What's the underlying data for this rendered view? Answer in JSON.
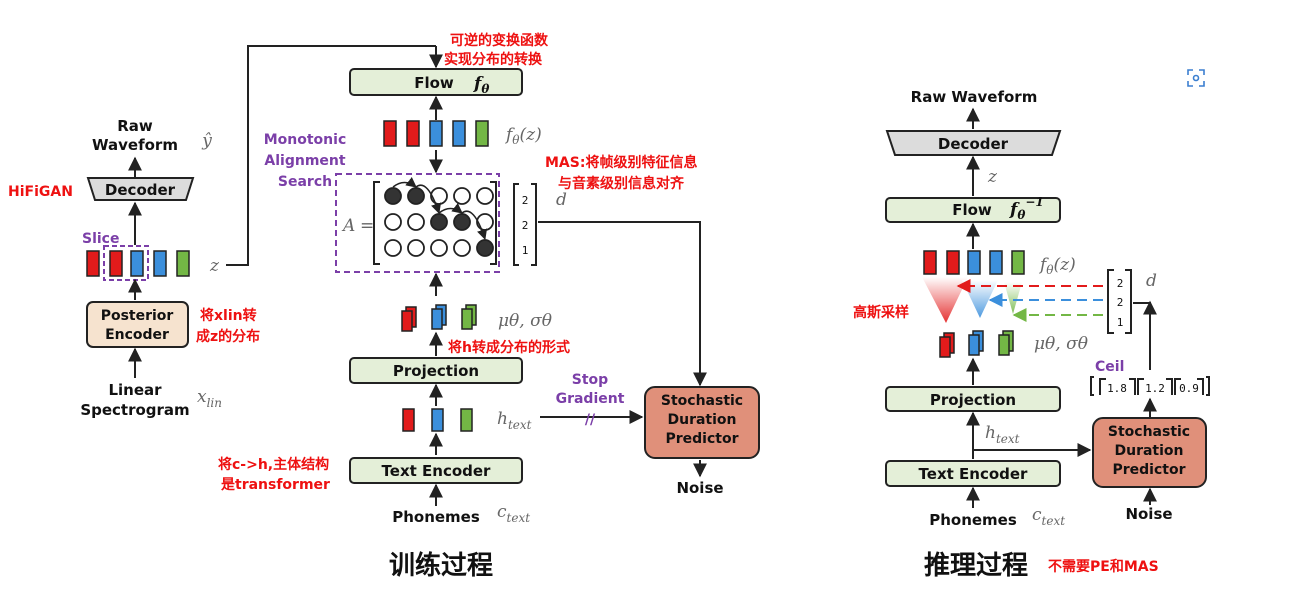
{
  "left": {
    "raw_waveform": [
      "Raw",
      "Waveform"
    ],
    "y_hat": "ŷ",
    "decoder": "Decoder",
    "hifigan": "HiFiGAN",
    "slice": "Slice",
    "z": "z",
    "posterior_encoder": [
      "Posterior",
      "Encoder"
    ],
    "posterior_note": [
      "将xlin转",
      "成z的分布"
    ],
    "linear_spectrogram": [
      "Linear",
      "Spectrogram"
    ],
    "x_lin": "x",
    "x_lin_sub": "lin",
    "flow": "Flow",
    "f_theta": "f",
    "flow_note": [
      "可逆的变换函数",
      "实现分布的转换"
    ],
    "f_theta_z": "f",
    "f_theta_z_tail": "(z)",
    "mas_label": [
      "Monotonic",
      "Alignment",
      "Search"
    ],
    "mas_note": [
      "MAS:将帧级别特征信息",
      "与音素级别信息对齐"
    ],
    "A": "A",
    "d": "d",
    "durations": [
      "2",
      "2",
      "1"
    ],
    "mu_sigma": "μθ, σθ",
    "proj_note": "将h转成分布的形式",
    "projection": "Projection",
    "stop_gradient": [
      "Stop",
      "Gradient"
    ],
    "stop_mark": "//",
    "h_text": "h",
    "h_text_sub": "text",
    "sdp": [
      "Stochastic",
      "Duration",
      "Predictor"
    ],
    "noise": "Noise",
    "encoder_note": [
      "将c->h,主体结构",
      "是transformer"
    ],
    "text_encoder": "Text Encoder",
    "phonemes": "Phonemes",
    "c_text": "c",
    "c_text_sub": "text",
    "caption": "训练过程"
  },
  "right": {
    "raw_waveform": "Raw Waveform",
    "decoder": "Decoder",
    "z": "z",
    "flow": "Flow",
    "f_inv": "f",
    "f_inv_sup": "−1",
    "f_theta_z": "f",
    "f_theta_z_tail": "(z)",
    "d": "d",
    "durations": [
      "2",
      "2",
      "1"
    ],
    "gauss_note": "高斯采样",
    "mu_sigma": "μθ, σθ",
    "ceil": "Ceil",
    "ceil_values": [
      "1.8",
      "1.2",
      "0.9"
    ],
    "projection": "Projection",
    "h_text": "h",
    "h_text_sub": "text",
    "sdp": [
      "Stochastic",
      "Duration",
      "Predictor"
    ],
    "text_encoder": "Text Encoder",
    "noise": "Noise",
    "phonemes": "Phonemes",
    "c_text": "c",
    "c_text_sub": "text",
    "caption": "推理过程",
    "caption_note": "不需要PE和MAS"
  },
  "colors": {
    "red_note": "#ee1111",
    "purple_label": "#7b3fa8",
    "block_green": "#e4efd8",
    "block_tan": "#f6e3cf",
    "block_salmon": "#e0907a",
    "vec_red": "#e21b1b",
    "vec_blue": "#3b8fdc",
    "vec_green": "#73b745"
  },
  "icons": {
    "corner": "scan-icon"
  }
}
